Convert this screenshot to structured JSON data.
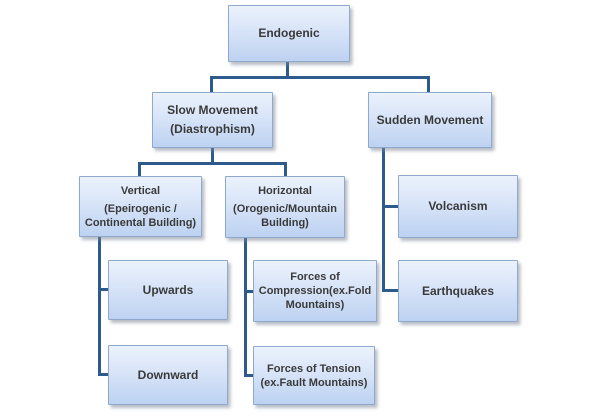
{
  "diagram": {
    "title": "Endogenic forces flowchart",
    "type": "hierarchy-flowchart",
    "nodes": {
      "endogenic": {
        "lines": [
          "Endogenic"
        ]
      },
      "slow": {
        "lines": [
          "Slow Movement",
          "(Diastrophism)"
        ]
      },
      "sudden": {
        "lines": [
          "Sudden Movement"
        ]
      },
      "vertical": {
        "lines": [
          "Vertical",
          "(Epeirogenic /",
          "Continental Building)"
        ]
      },
      "horizontal": {
        "lines": [
          "Horizontal",
          "(Orogenic/Mountain",
          "Building)"
        ]
      },
      "volcanism": {
        "lines": [
          "Volcanism"
        ]
      },
      "upwards": {
        "lines": [
          "Upwards"
        ]
      },
      "downward": {
        "lines": [
          "Downward"
        ]
      },
      "compression": {
        "lines": [
          "Forces of",
          "Compression(ex.Fold",
          "Mountains)"
        ]
      },
      "tension": {
        "lines": [
          "Forces of Tension",
          "(ex.Fault Mountains)"
        ]
      },
      "earthquakes": {
        "lines": [
          "Earthquakes"
        ]
      }
    },
    "edges": [
      {
        "from": "endogenic",
        "to": "slow"
      },
      {
        "from": "endogenic",
        "to": "sudden"
      },
      {
        "from": "slow",
        "to": "vertical"
      },
      {
        "from": "slow",
        "to": "horizontal"
      },
      {
        "from": "vertical",
        "to": "upwards"
      },
      {
        "from": "vertical",
        "to": "downward"
      },
      {
        "from": "horizontal",
        "to": "compression"
      },
      {
        "from": "horizontal",
        "to": "tension"
      },
      {
        "from": "sudden",
        "to": "volcanism"
      },
      {
        "from": "sudden",
        "to": "earthquakes"
      }
    ],
    "colors": {
      "node_border": "#8FA8CB",
      "node_fill_top": "#EBF2FC",
      "node_fill_bottom": "#BDD2F1",
      "connector": "#2E5B8C",
      "text": "#3A3A3A",
      "background": "#FFFFFF"
    }
  }
}
